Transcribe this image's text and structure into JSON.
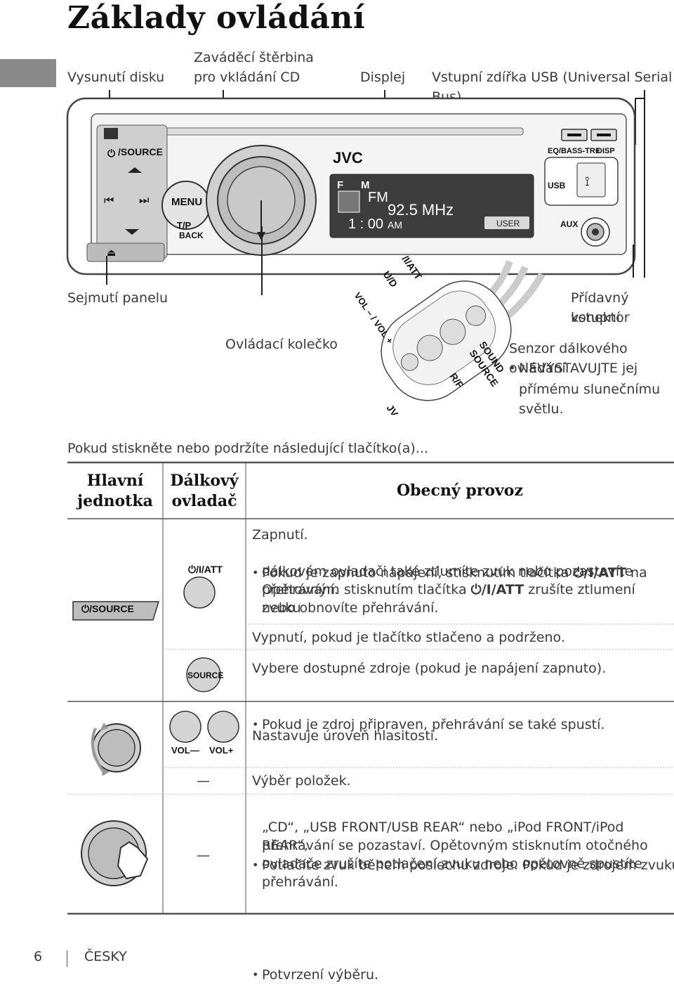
{
  "title": "Základy ovládání",
  "callouts": {
    "eject": "Vysunutí disku",
    "slot_line1": "Zaváděcí štěrbina",
    "slot_line2": "pro vkládání CD",
    "display": "Displej",
    "usb": "Vstupní zdířka USB (Universal Serial Bus)",
    "detach": "Sejmutí panelu",
    "aux_line1": "Přídavný vstupní",
    "aux_line2": "konektor",
    "dial": "Ovládací kolečko",
    "sensor": "Senzor dálkového ovládání",
    "sensor_note_line1": "NEVYSTAVUJTE jej",
    "sensor_note_line2": "přímému slunečnímu",
    "sensor_note_line3": "světlu."
  },
  "unit": {
    "source_btn": "/SOURCE",
    "menu": "MENU",
    "tp": "T/P",
    "back": "BACK",
    "brand": "JVC",
    "disp_f": "F",
    "disp_m": "M",
    "disp_band": "FM",
    "disp_freq": "92.5 MHz",
    "disp_clock": "1 : 00",
    "disp_am": "AM",
    "disp_user": "USER",
    "eq": "EQ/BASS-TRE",
    "disp": "DISP",
    "usb": "USB",
    "aux": "AUX"
  },
  "remote": {
    "att": "/I/ATT",
    "ud": "U/D",
    "vol": "VOL – / VOL +",
    "sound": "SOUND",
    "source": "SOURCE",
    "rf": "R/F",
    "brand": "JVC"
  },
  "intro": "Pokud stiskněte nebo podržíte následující tlačítko(a)...",
  "table": {
    "col1": [
      "Hlavní",
      "jednotka"
    ],
    "col2": [
      "Dálkový",
      "ovladač"
    ],
    "col3": "Obecný provoz",
    "row1": {
      "unit_btn": "/SOURCE",
      "remote_label": "/I/ATT",
      "text_on": "Zapnutí.",
      "bullet_a": "Pokud je zapnuto napájení, stisknutím tlačítka",
      "bullet_a_btn": "/I/ATT",
      "bullet_a_after": " na",
      "bullet_b": "dálkovém ovladači také ztlumíte zvuk nebo pozastavíte přehrávání.",
      "bullet_c": "Opětovným stisknutím tlačítka",
      "bullet_c_btn": "/I/ATT",
      "bullet_c_after": " zrušíte ztlumení zvuku",
      "bullet_d": "nebo obnovíte přehrávání.",
      "text_off": "Vypnutí, pokud je tlačítko stlačeno a podrženo."
    },
    "row2": {
      "remote_label": "SOURCE",
      "line1": "Vybere dostupné zdroje (pokud je napájení zapnuto).",
      "bullet": "Pokud je zdroj připraven, přehrávání se také spustí."
    },
    "row3": {
      "vol_minus": "VOL",
      "vol_plus": "VOL",
      "line1": "Nastavuje úroveň hlasitosti.",
      "dash": "—",
      "line2": "Výběr položek."
    },
    "row4": {
      "dash": "—",
      "bullet1_lines": [
        "Potlačíte zvuk během poslechu zdroje. Pokud je zdrojem zvuku",
        "„CD“, „USB FRONT/USB REAR“ nebo „iPod FRONT/iPod REAR“,",
        "přehrávání se pozastaví. Opětovným stisknutím otočného",
        "ovladače zrušíte potlačení zvuku nebo opětovně spustíte",
        "přehrávání."
      ],
      "bullet2": "Potvrzení výběru."
    }
  },
  "footer": {
    "page": "6",
    "lang": "ČESKY"
  }
}
